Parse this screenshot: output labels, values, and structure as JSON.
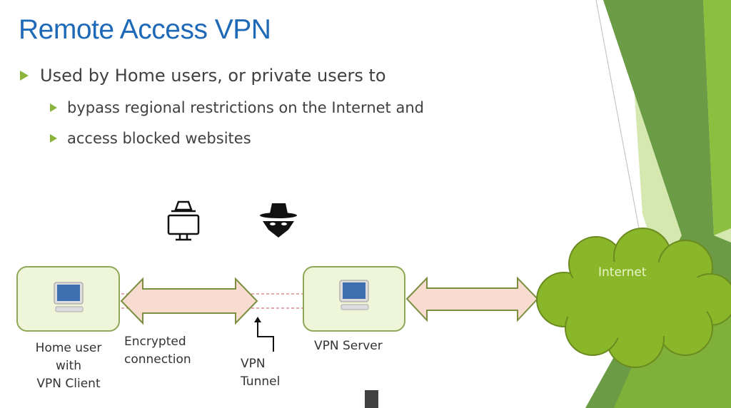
{
  "slide": {
    "title": "Remote Access VPN",
    "bullets": [
      {
        "text": "Used by Home users, or private users to",
        "level": 1
      },
      {
        "text": "bypass regional restrictions on the Internet and",
        "level": 2
      },
      {
        "text": "access blocked websites",
        "level": 2
      }
    ]
  },
  "diagram": {
    "nodes": {
      "home_user": {
        "label_line1": "Home user",
        "label_line2": "with",
        "label_line3": "VPN Client",
        "icon": "desktop-computer-icon"
      },
      "vpn_server": {
        "label": "VPN Server",
        "icon": "desktop-computer-icon"
      },
      "internet": {
        "label": "Internet",
        "icon": "cloud-shape"
      }
    },
    "annotations": {
      "encrypted_line1": "Encrypted",
      "encrypted_line2": "connection",
      "tunnel_line1": "VPN",
      "tunnel_line2": "Tunnel"
    },
    "threat_icons": [
      "hacker-at-computer-icon",
      "spy-hat-icon"
    ]
  },
  "colors": {
    "title": "#1e69b8",
    "bullet_marker": "#8ab43c",
    "node_fill": "#eef5d8",
    "node_border": "#8ea758",
    "arrow_fill": "#f9dcd0",
    "arrow_border": "#7a9040",
    "cloud_fill": "#8ab62a",
    "decor_dark": "#6a9a40",
    "decor_light": "#c8e0a0"
  }
}
